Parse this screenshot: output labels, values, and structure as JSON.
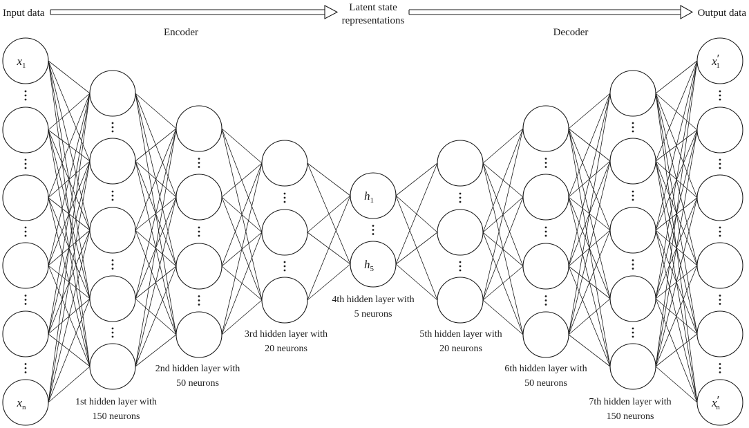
{
  "header": {
    "input": "Input data",
    "latent_line1": "Latent state",
    "latent_line2": "representations",
    "output": "Output data",
    "encoder": "Encoder",
    "decoder": "Decoder"
  },
  "layers": [
    {
      "id": "input",
      "line1": "",
      "line2": "",
      "top_symbol": "x",
      "top_sub": "1",
      "top_prime": false,
      "bottom_symbol": "x",
      "bottom_sub": "n",
      "bottom_prime": false
    },
    {
      "id": "h1",
      "line1": "1st hidden layer with",
      "line2": "150 neurons"
    },
    {
      "id": "h2",
      "line1": "2nd hidden layer with",
      "line2": "50 neurons"
    },
    {
      "id": "h3",
      "line1": "3rd hidden layer with",
      "line2": "20 neurons"
    },
    {
      "id": "h4",
      "line1": "4th hidden layer with",
      "line2": "5 neurons",
      "top_symbol": "h",
      "top_sub": "1",
      "bottom_symbol": "h",
      "bottom_sub": "5"
    },
    {
      "id": "h5",
      "line1": "5th hidden layer with",
      "line2": "20 neurons"
    },
    {
      "id": "h6",
      "line1": "6th hidden layer with",
      "line2": "50 neurons"
    },
    {
      "id": "h7",
      "line1": "7th hidden layer with",
      "line2": "150 neurons"
    },
    {
      "id": "output",
      "line1": "",
      "line2": "",
      "top_symbol": "x",
      "top_sub": "1",
      "top_prime": true,
      "bottom_symbol": "x",
      "bottom_sub": "n",
      "bottom_prime": true
    }
  ],
  "neuron_counts": [
    6,
    5,
    4,
    3,
    2,
    3,
    4,
    5,
    6
  ]
}
